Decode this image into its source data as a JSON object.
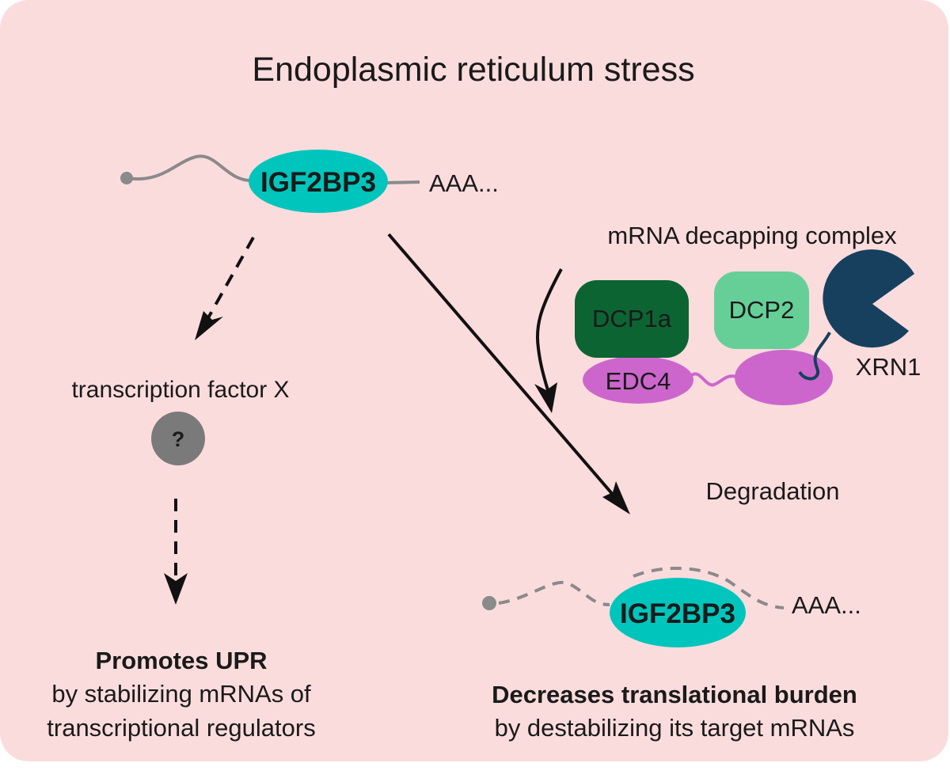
{
  "title": "Endoplasmic reticulum stress",
  "protein_top": "IGF2BP3",
  "polya_top": "AAA...",
  "decapping_label": "mRNA decapping complex",
  "dcp1a": "DCP1a",
  "dcp2": "DCP2",
  "edc4": "EDC4",
  "xrn1": "XRN1",
  "tf_label": "transcription factor X",
  "question": "?",
  "degradation": "Degradation",
  "protein_bottom": "IGF2BP3",
  "polya_bottom": "AAA...",
  "left_outcome": {
    "title": "Promotes UPR",
    "line1": "by stabilizing mRNAs of",
    "line2": "transcriptional regulators"
  },
  "right_outcome": {
    "title": "Decreases translational burden",
    "line1": "by destabilizing its target mRNAs"
  },
  "colors": {
    "background": "#fbdcdd",
    "igf2bp3": "#00c5bc",
    "dcp1a": "#0c6432",
    "dcp2": "#66cf98",
    "edc4": "#cc66cc",
    "xrn1": "#16405e",
    "mrna": "#8a8a8a",
    "tf": "#7a7a7a"
  }
}
